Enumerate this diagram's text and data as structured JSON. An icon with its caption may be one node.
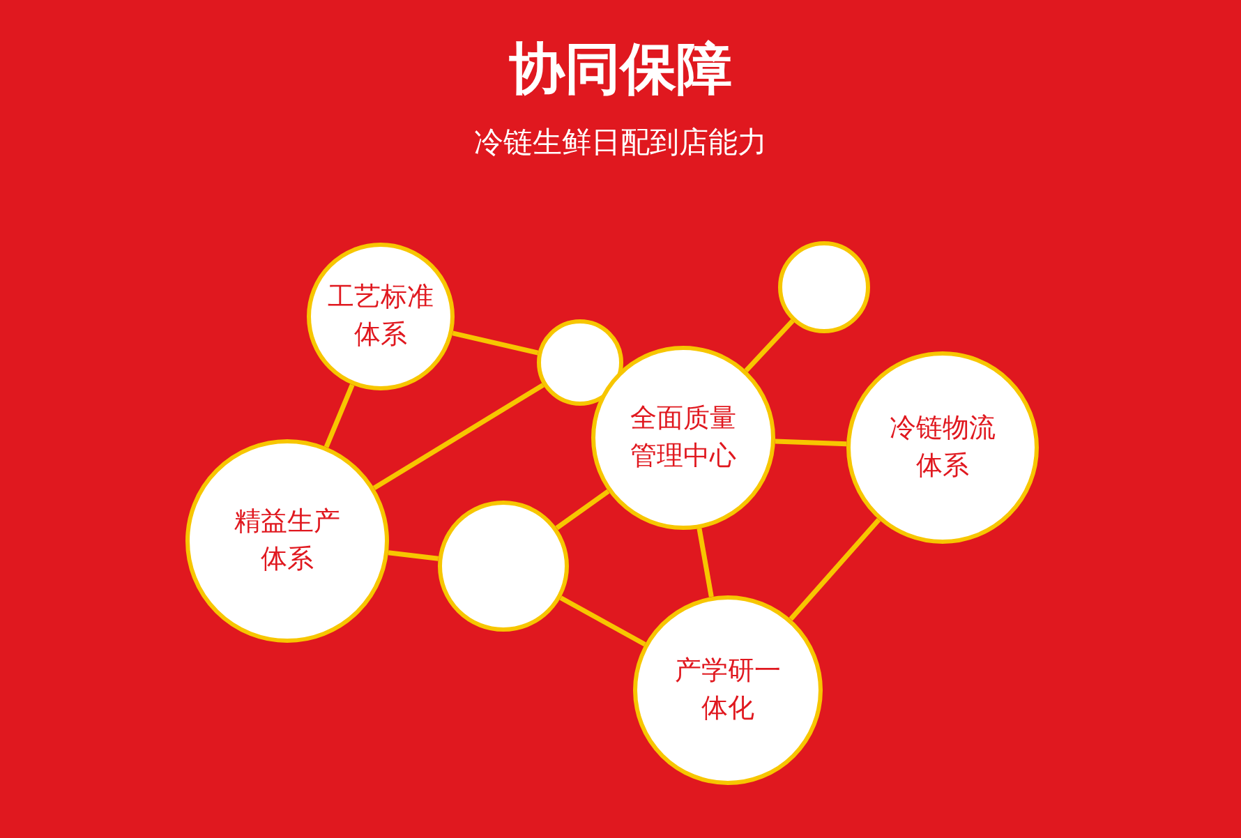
{
  "diagram": {
    "title": "协同保障",
    "nodes": [
      {
        "text": [
          "工艺标准体系"
        ]
      },
      {
        "text": [],
        "shape": "circle"
      },
      {
        "text": [],
        "shape": "circle"
      },
      {
        "text": [
          "全面质量管理中心"
        ]
      },
      {
        "text": [
          "冷链物流体系"
        ]
      },
      {
        "text": [
          "精益生产体系"
        ]
      },
      {
        "text": [],
        "shape": "circle"
      },
      {
        "text": [
          "产学研一体化"
        ]
      }
    ],
    "edges": [
      {
        "from": 0,
        "to": 2,
        "arrow": "none"
      },
      {
        "from": 0,
        "to": 5,
        "arrow": "none"
      },
      {
        "from": 5,
        "to": 2,
        "arrow": "none"
      },
      {
        "from": 1,
        "to": 3,
        "arrow": "none"
      },
      {
        "from": 3,
        "to": 4,
        "arrow": "none"
      },
      {
        "from": 3,
        "to": 6,
        "arrow": "none"
      },
      {
        "from": 5,
        "to": 6,
        "arrow": "none"
      },
      {
        "from": 6,
        "to": 7,
        "arrow": "none"
      },
      {
        "from": 3,
        "to": 7,
        "arrow": "none"
      },
      {
        "from": 4,
        "to": 7,
        "arrow": "none"
      }
    ],
    "labels": [
      "冷链生鲜日配到店能力"
    ]
  }
}
